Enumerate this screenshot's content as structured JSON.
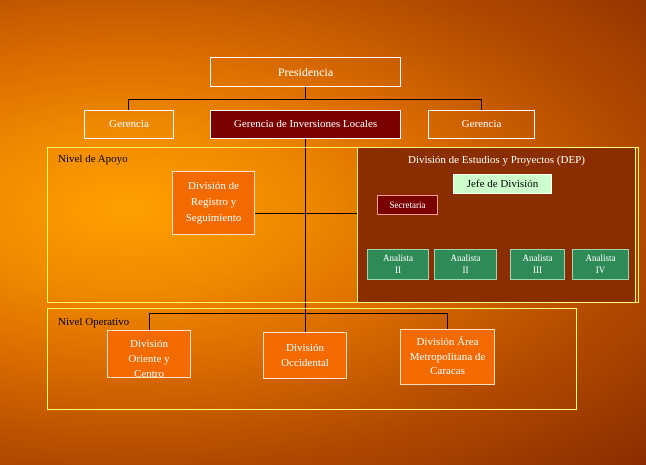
{
  "org": {
    "presidencia": "Presidencia",
    "gerencia_left": "Gerencia",
    "gerencia_center": "Gerencia de Inversiones Locales",
    "gerencia_right": "Gerencia",
    "nivel_apoyo": "Nivel de Apoyo",
    "nivel_operativo": "Nivel Operativo",
    "division_registro": "División de Registro y Seguimiento",
    "dep_title": "División de Estudios y Proyectos (DEP)",
    "jefe_division": "Jefe de División",
    "secretaria": "Secretaria",
    "analistas": [
      "Analista II",
      "Analista II",
      "Analista III",
      "Analista IV"
    ],
    "division_oriente": "División Oriente y Centro",
    "division_occidental": "División Occidental",
    "division_metropolitana": "División Área Metropolitana de Caracas"
  },
  "colors": {
    "orange_box": "#f26a00",
    "maroon_box": "#7a0000",
    "green_box": "#2e8b57",
    "region_border": "#ffff66",
    "jefe_box": "#ccffcc"
  }
}
